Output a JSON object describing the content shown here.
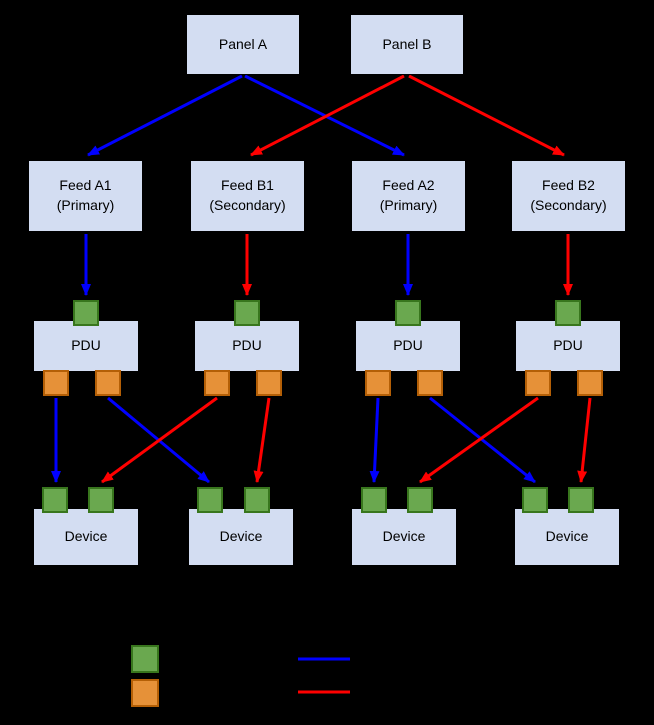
{
  "colors": {
    "background": "#000000",
    "box_fill": "#d3ddf2",
    "box_border": "#000000",
    "primary_port": "#6aa84f",
    "primary_port_border": "#38761d",
    "output_port": "#e69138",
    "output_port_border": "#b45f06",
    "primary_path": "#0000ff",
    "secondary_path": "#ff0000"
  },
  "panels": [
    {
      "label": "Panel A"
    },
    {
      "label": "Panel B"
    }
  ],
  "feeds": [
    {
      "name": "Feed A1",
      "role": "(Primary)"
    },
    {
      "name": "Feed B1",
      "role": "(Secondary)"
    },
    {
      "name": "Feed A2",
      "role": "(Primary)"
    },
    {
      "name": "Feed B2",
      "role": "(Secondary)"
    }
  ],
  "pdus": [
    {
      "label": "PDU"
    },
    {
      "label": "PDU"
    },
    {
      "label": "PDU"
    },
    {
      "label": "PDU"
    }
  ],
  "devices": [
    {
      "label": "Device"
    },
    {
      "label": "Device"
    },
    {
      "label": "Device"
    },
    {
      "label": "Device"
    }
  ],
  "legend": {
    "items": [
      {
        "swatch": "green-square-icon"
      },
      {
        "swatch": "orange-square-icon"
      },
      {
        "swatch": "blue-line-icon"
      },
      {
        "swatch": "red-line-icon"
      }
    ]
  }
}
